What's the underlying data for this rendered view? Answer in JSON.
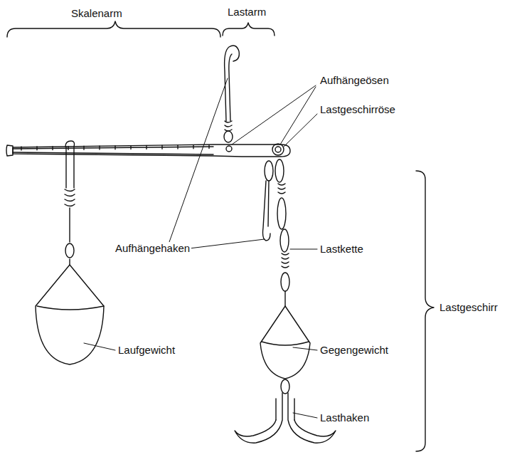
{
  "diagram": {
    "labels": [
      "Skalenarm",
      "Lastarm",
      "Aufhängeösen",
      "Lastgeschirröse",
      "Aufhängehaken",
      "Lastkette",
      "Laufgewicht",
      "Gegengewicht",
      "Lasthaken",
      "Lastgeschirr"
    ]
  }
}
